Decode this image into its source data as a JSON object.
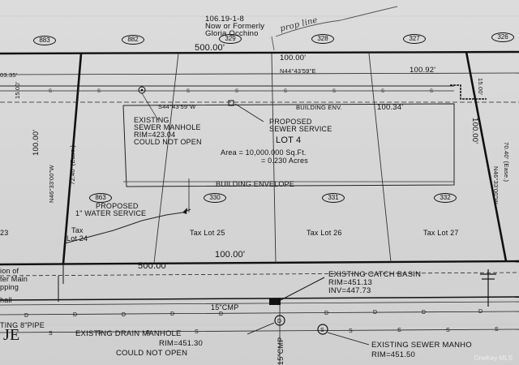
{
  "header": {
    "parcel_id": "106.19-1-8",
    "owner_line1": "Now or Formerly",
    "owner_line2": "Gloria Occhino",
    "handwritten_note": "prop line"
  },
  "lot_ovals_top": [
    "883",
    "882",
    "329",
    "328",
    "327",
    "326"
  ],
  "dimensions": {
    "top_overall": "500.00'",
    "top_lot": "100.00'",
    "bearing_top": "N44°43'59\"E",
    "top_right_dim": "100.92'",
    "left_partial": "03.35'",
    "easement_width": "15.00'",
    "right_easement_width": "15.00'",
    "bearing_env": "S44°43'59\"W",
    "env_right_dim": "100.34'",
    "left_side": "100.00'",
    "left_side_ease": "72.40' (Ease.)",
    "left_bearing": "N46°33'00\"W",
    "right_side": "100.00'",
    "right_side_ease": "70.40' (Ease.)",
    "right_bearing": "N46°33'00\"W",
    "bottom_overall": "500.00'",
    "bottom_lot": "100.00'"
  },
  "labels": {
    "building_env_top": "BUILDING ENV.",
    "existing_sewer_manhole_1": "EXISTING",
    "existing_sewer_manhole_2": "SEWER MANHOLE",
    "existing_sewer_manhole_3": "RIM=423.04",
    "existing_sewer_manhole_4": "COULD NOT OPEN",
    "proposed_sewer_1": "PROPOSED",
    "proposed_sewer_2": "SEWER SERVICE",
    "lot_title": "LOT 4",
    "area_line1": "Area = 10,000.000 Sq.Ft.",
    "area_line2": "= 0.230 Acres",
    "building_envelope": "BUILDING ENVELOPE",
    "proposed_water_1": "PROPOSED",
    "proposed_water_2": "1\" WATER SERVICE",
    "tax_lot_24_a": "Tax",
    "tax_lot_24_b": "Lot 24",
    "tax_lot_25": "Tax Lot 25",
    "tax_lot_26": "Tax Lot 26",
    "tax_lot_27": "Tax Lot 27",
    "left_edge_23": "23",
    "left_edge_ion": "ion of",
    "left_edge_main": "ter Main",
    "left_edge_ping": "pping",
    "left_edge_all": "hall",
    "existing_8pipe": "TING 8\"PIPE",
    "cmp_1": "15\"CMP",
    "cmp_2": "15\"CMP",
    "catch_basin_1": "EXISTING CATCH BASIN",
    "catch_basin_2": "RIM=451.13",
    "catch_basin_3": "INV=447.73",
    "drain_manhole_1": "EXISTING DRAIN MANHOLE",
    "drain_manhole_2": "RIM=451.30",
    "drain_manhole_3": "COULD NOT OPEN",
    "sewer_manhole_bottom_1": "EXISTING SEWER MANHO",
    "sewer_manhole_bottom_2": "RIM=451.50",
    "street_fragment": "JE",
    "watermark": "OneKey MLS"
  },
  "lot_ovals_bottom": [
    "863",
    "330",
    "331",
    "332"
  ]
}
